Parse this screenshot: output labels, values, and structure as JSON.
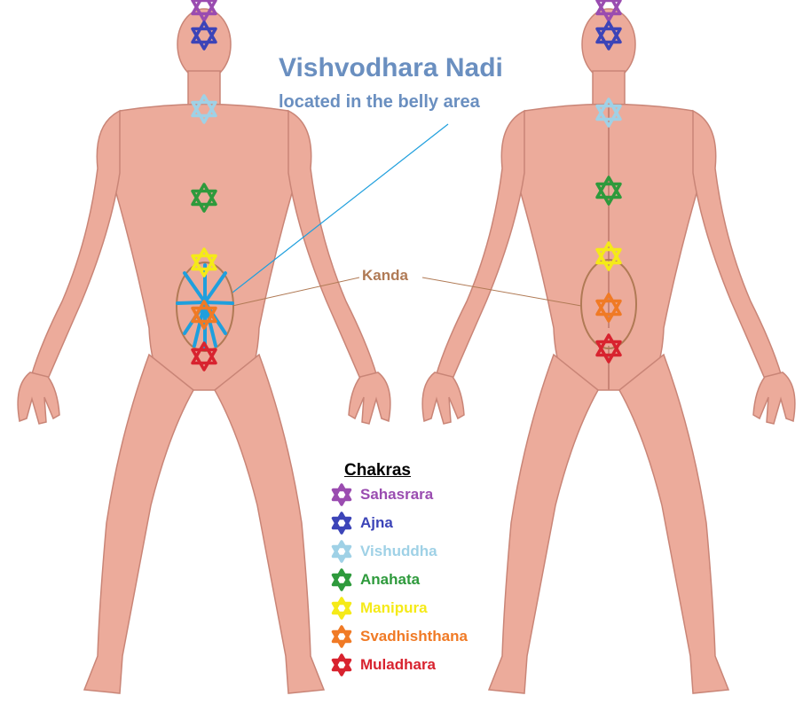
{
  "labels": {
    "title": "Vishvodhara Nadi",
    "subtitle": "located in the belly area",
    "kanda": "Kanda"
  },
  "colors": {
    "skin": "#ecab9b",
    "skin_shadow": "#c98577",
    "title": "#6a8fc0",
    "nadi_lines": "#1f9fdd",
    "kanda": "#b07a55"
  },
  "legend": {
    "title": "Chakras",
    "items": [
      {
        "label": "Sahasrara",
        "color": "#9a4cb0"
      },
      {
        "label": "Ajna",
        "color": "#3c44b8"
      },
      {
        "label": "Vishuddha",
        "color": "#9fd1e6"
      },
      {
        "label": "Anahata",
        "color": "#2e9a3c"
      },
      {
        "label": "Manipura",
        "color": "#f5ea18"
      },
      {
        "label": "Svadhishthana",
        "color": "#f07a25"
      },
      {
        "label": "Muladhara",
        "color": "#d8232f"
      }
    ]
  }
}
